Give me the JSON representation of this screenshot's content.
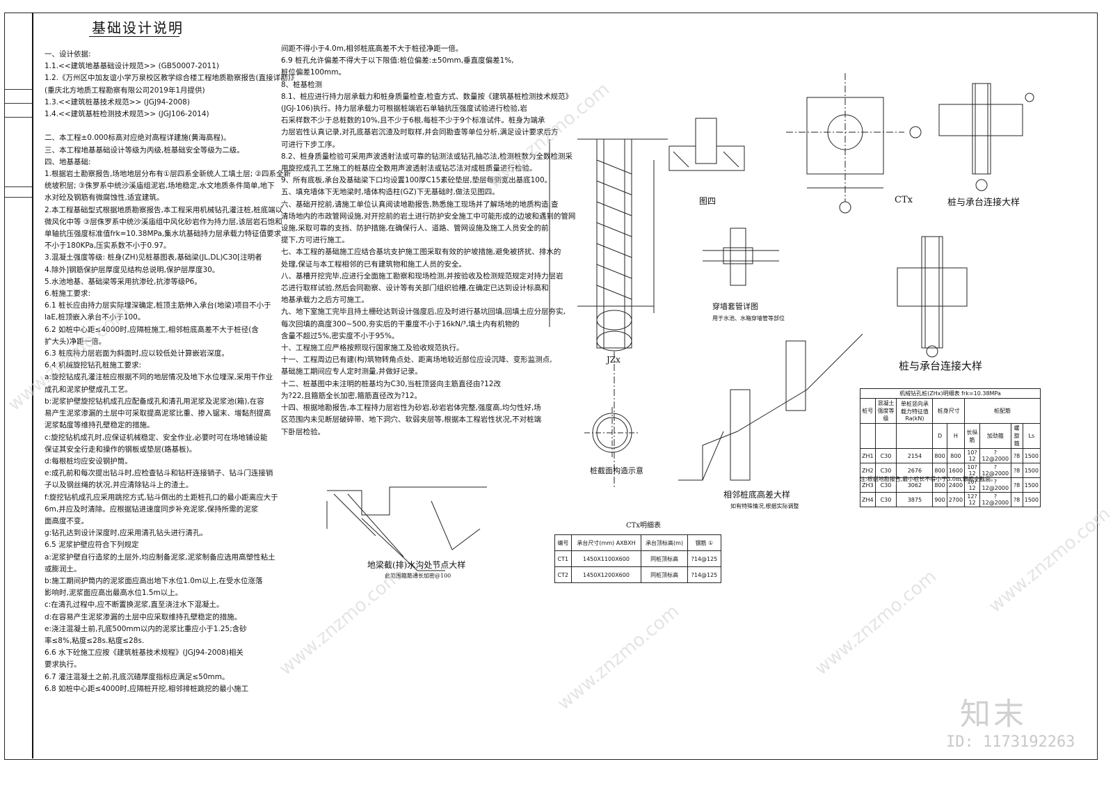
{
  "title": "基础设计说明",
  "notes_col1": [
    "一、设计依据:",
    "1.1.<<建筑地基基础设计规范>> (GB50007-2011)",
    "1.2.《万州区中加友谊小学万泉校区教学综合楼工程地质勘察报告(直接详勘)》",
    "(重庆北方地质工程勘察有限公司2019年1月提供)",
    "1.3.<<建筑桩基技术规范>> (JGJ94-2008)",
    "1.4.<<建筑基桩检测技术规范>> (JGJ106-2014)",
    "",
    "二、本工程±0.000标高对应绝对高程详建施(黄海高程)。",
    "三、本工程地基基础设计等级为丙级,桩基础安全等级为二级。",
    "四、地基基础:",
    "1.根据岩土勘察报告,场地地层分布有①层四系全新统人工填土层; ②四系全新",
    "统坡积层; ③侏罗系中统沙溪庙组泥岩,场地稳定,水文地质条件简单,地下",
    "水对砼及钢筋有微腐蚀性,适宜建筑。",
    "2.本工程基础型式根据地质勘察报告,本工程采用机械钻孔灌注桩,桩底端以",
    "微风化中等 ③层侏罗系中统沙溪庙组中风化砂岩作为持力层,该层岩石饱和",
    "单轴抗压强度标准值frk=10.38MPa,集水坑基础持力层承载力特征值要求",
    "不小于180KPa,压实系数不小于0.97。",
    "3.混凝土强度等级: 桩身(ZH)见桩基图表,基础梁(JL,DL)C30[注明者",
    "4.除外]钢筋保护层厚度见结构总说明,保护层厚度30。",
    "5.水池地基、基础梁等采用抗渗砼,抗渗等级P6。",
    "6.桩施工要求:",
    "6.1 桩长应由持力层实际埋深确定,桩顶主筋伸入承台(地梁)项目不小于",
    "laE,桩顶嵌入承台不小于100。",
    "6.2 如桩中心距≤4000时,应隔桩施工,相邻桩底高差不大于桩径(含",
    "扩大头)净距一倍。",
    "6.3 桩底持力层岩面为斜面时,应以较低处计算嵌岩深度。",
    "6.4 机械旋挖钻孔桩施工要求:",
    "a:旋挖钻成孔灌注桩应根据不同的地层情况及地下水位埋深,采用干作业",
    "成孔和泥浆护壁成孔工艺。",
    "b:泥浆护壁旋挖钻机成孔应配备成孔和清孔用泥浆及泥浆池(箱),在容",
    "易产生泥浆渗漏的土层中可采取提高泥浆比重、掺入锯末、增黏剂提高",
    "泥浆黏度等维持孔壁稳定的措施。",
    "c:旋挖钻机成孔时,应保证机械稳定、安全作业,必要时可在场地铺设能",
    "保证其安全行走和操作的钢板或垫层(路基板)。",
    "d:每根桩均应安设钢护筒。",
    "e:成孔前和每次提出钻斗时,应检查钻斗和钻杆连接销子、钻斗门连接销",
    "子以及钢丝绳的状况,并应清除钻斗上的渣土。",
    "f:旋挖钻机成孔应采用跳挖方式,钻斗倒出的土距桩孔口的最小距离应大于",
    "6m,并应及时清除。应根据钻进速度同步补充泥浆,保持所需的泥浆",
    "面高度不变。",
    "g:钻孔达到设计深度时,应采用清孔钻头进行清孔。",
    "6.5 泥浆护壁应符合下列规定",
    "a:泥浆护壁自行造浆的土层外,均应制备泥浆,泥浆制备应选用高塑性粘土",
    "或膨润土。",
    "b:施工期间护筒内的泥浆面应高出地下水位1.0m以上,在受水位涨落",
    "影响时,泥浆面应高出最高水位1.5m以上。",
    "c:在清孔过程中,应不断置换泥浆,直至浇注水下混凝土。",
    "d:在容易产生泥浆渗漏的土层中应采取维持孔壁稳定的措施。",
    "e:浇注混凝土前,孔底500mm以内的泥浆比重应小于1.25;含砂",
    "率≤8%,粘度≤28s.粘度≤28s.",
    "6.6 水下砼施工应按《建筑桩基技术规程》(JGJ94-2008)相关",
    "要求执行。",
    "6.7 灌注混凝土之前,孔底沉碴厚度指标应满足≤50mm。",
    "6.8 如桩中心距≤4000时,应隔桩开挖,相邻排桩跳挖的最小施工"
  ],
  "notes_col2": [
    "间距不得小于4.0m,相邻桩底高差不大于桩径净距一倍。",
    "6.9 桩孔允许偏差不得大于以下限值:桩位偏差:±50mm,垂直度偏差1%,",
    "桩位偏差100mm。",
    "8、桩基检测",
    "8.1、桩应进行持力层承载力和桩身质量检查,检查方式、数量按《建筑基桩检测技术规范》",
    "(JGJ-106)执行。持力层承载力可根据桩端岩石单轴抗压强度试验进行检验,岩",
    "石采样数不少于总桩数的10%,且不少于6根,每桩不少于9个标准试件。桩身为端承",
    "力层岩性认真记录,对孔底基岩沉渣及时取样,并会同勘查等单位分析,满足设计要求后方",
    "可进行下步工序。",
    "8.2、桩身质量检验可采用声波透射法或可靠的钻测法或钻孔抽芯法,检测桩数为全数检测采",
    "用旋挖成孔工艺施工的桩基应全数用声波透射法或钻芯法对成桩质量进行检验。",
    "9、所有底板,承台及基础梁下口均设置100厚C15素砼垫层,垫层每侧宽出基底100。",
    "五、填充墙体下无地梁时,墙体构造柱(GZ)下无基础时,做法见图四。",
    "六、基础开挖前,请施工单位认真阅读地勘报告,熟悉施工现场并了解场地的地质构造,查",
    "清场地内的市政管网设施,对开挖前的岩土进行防护安全施工中可能形成的边坡和遇到的管网",
    "设施,采取可靠的支挡、防护措施,在确保行人、道路、管网设施及施工人员安全的前",
    "提下,方可进行施工。",
    "七、本工程的基础施工应结合基坑支护施工图采取有效的护坡措施,避免被挤扰、排水的",
    "处理,保证与本工程相邻的已有建筑物和施工人员的安全。",
    "八、基槽开挖完毕,应进行全面施工勘察和现场检测,并按验收及检测规范规定对持力层岩",
    "芯进行取样试验,然后会同勘察、设计等有关部门组织验槽,在确定已达到设计标高和",
    "地基承载力之后方可施工。",
    "九、地下室施工完毕且持土栅砼达到设计强度后,应及时进行基坑回填,回填土应分层夯实,",
    "每次回填的高度300~500,夯实后的干重度不小于16kN/³,填土内有机物的",
    "含量不超过5%,密实度不小于95%。",
    "十、工程施工应严格按照现行国家施工及验收规范执行。",
    "十一、工程周边已有建(构)筑物转角点处、距离场地较近部位应设沉降、变形监测点,",
    "基础施工期间应专人定时测量,并做好记录。",
    "十二、桩基图中未注明的桩基均为C30,当桩顶竖向主筋直径由?12改",
    "为?22,且箍筋全长加密,箍筋直径改为?12。",
    "十四、根据地勘报告,本工程持力层岩性为砂岩,砂岩岩体完整,强度高,均匀性好,场",
    "区范围内未见断层破碎带、地下洞穴、软弱夹层等,根据本工程岩性状况,不对桩端",
    "下卧层检验。"
  ],
  "captions": {
    "fig4": "图四",
    "ctx": "CTx",
    "pile_cap1": "桩与承台连接大样",
    "pile_cap2": "桩与承台连接大样",
    "sleeve": "穿墙套管详图",
    "sleeve_note": "用于水池、水箱穿墙管等部位",
    "jzx": "JZx",
    "pile_section": "桩截面构造示意",
    "adjacent": "相邻桩底高差大样",
    "adjacent_note": "如有特殊情况,根据实际调整",
    "ditch": "地梁截(排)水沟处节点大样",
    "ditch_note": "此范围箍筋通长加密@100"
  },
  "zh_table": {
    "title": "机械钻孔桩(ZHx)明细表 frk=10.38MPa",
    "headers": [
      "桩号",
      "混凝土强度等级",
      "单桩竖向承载力特征值Ra(kN)",
      "桩身尺寸",
      "",
      "桩配筋",
      "",
      "",
      ""
    ],
    "subheaders": [
      "",
      "",
      "",
      "D",
      "H",
      "长纵筋",
      "加劲箍",
      "螺旋箍",
      "Ls"
    ],
    "rows": [
      [
        "ZH1",
        "C30",
        "2154",
        "800",
        "800",
        "10?12",
        "?12@2000",
        "?8",
        "1500"
      ],
      [
        "ZH2",
        "C30",
        "2676",
        "800",
        "1600",
        "10?12",
        "?12@2000",
        "?8",
        "1500"
      ],
      [
        "ZH3",
        "C30",
        "3062",
        "800",
        "2400",
        "10?12",
        "?12@2000",
        "?8",
        "1500"
      ],
      [
        "ZH4",
        "C30",
        "3875",
        "900",
        "2700",
        "12?12",
        "?12@2000",
        "?8",
        "1500"
      ]
    ],
    "note": "注:根据地勘报告,最小桩长不得小于3.0m,嵌岩全截面。"
  },
  "ct_table": {
    "title": "CTx明细表",
    "headers": [
      "编号",
      "承台尺寸(mm) AXBXH",
      "承台顶标高(m)",
      "钢筋 ①"
    ],
    "rows": [
      [
        "CT1",
        "1450X1100X600",
        "同桩顶标高",
        "?14@125"
      ],
      [
        "CT2",
        "1450X1200X600",
        "同桩顶标高",
        "?14@125"
      ]
    ]
  },
  "watermark": "www.znzmo.com",
  "logo": "知末",
  "id_text": "ID: 1173192263"
}
